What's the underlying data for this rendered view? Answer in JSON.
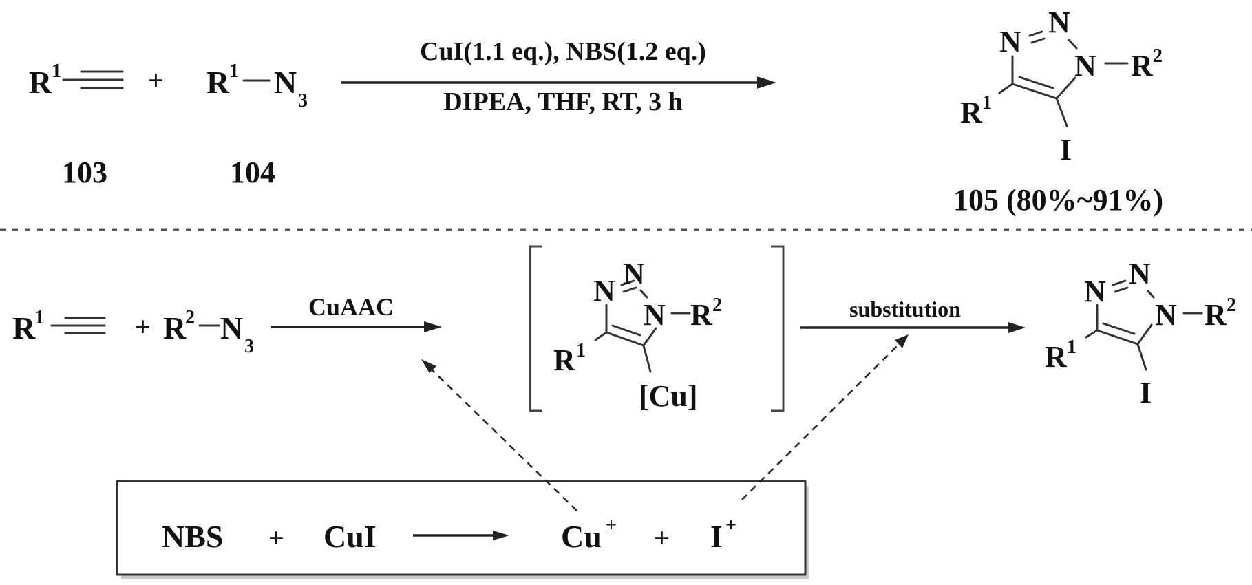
{
  "top_reaction": {
    "reactant1": {
      "r": "R",
      "r_sup": "1",
      "label": "103"
    },
    "plus": "+",
    "reactant2": {
      "r": "R",
      "r_sup": "1",
      "n": "N",
      "n_sub": "3",
      "label": "104"
    },
    "conditions_above": "CuI(1.1 eq.), NBS(1.2 eq.)",
    "conditions_below": "DIPEA, THF, RT, 3 h",
    "product": {
      "n_a": "N",
      "n_b": "N",
      "n_c": "N",
      "r1": "R",
      "r1_sup": "1",
      "r2": "R",
      "r2_sup": "2",
      "sub": "I",
      "label": "105 (80%~91%)"
    }
  },
  "mechanism": {
    "reactant1": {
      "r": "R",
      "r_sup": "1"
    },
    "plus": "+",
    "reactant2": {
      "r": "R",
      "r_sup": "2",
      "n": "N",
      "n_sub": "3"
    },
    "step1_label": "CuAAC",
    "intermediate": {
      "n_a": "N",
      "n_b": "N",
      "n_c": "N",
      "r1": "R",
      "r1_sup": "1",
      "r2": "R",
      "r2_sup": "2",
      "sub": "[Cu]"
    },
    "step2_label": "substitution",
    "product": {
      "n_a": "N",
      "n_b": "N",
      "n_c": "N",
      "r1": "R",
      "r1_sup": "1",
      "r2": "R",
      "r2_sup": "2",
      "sub": "I"
    },
    "box": {
      "reagent1": "NBS",
      "plus1": "+",
      "reagent2": "CuI",
      "species1": "Cu",
      "species1_sup": "+",
      "plus2": "+",
      "species2": "I",
      "species2_sup": "+"
    }
  }
}
